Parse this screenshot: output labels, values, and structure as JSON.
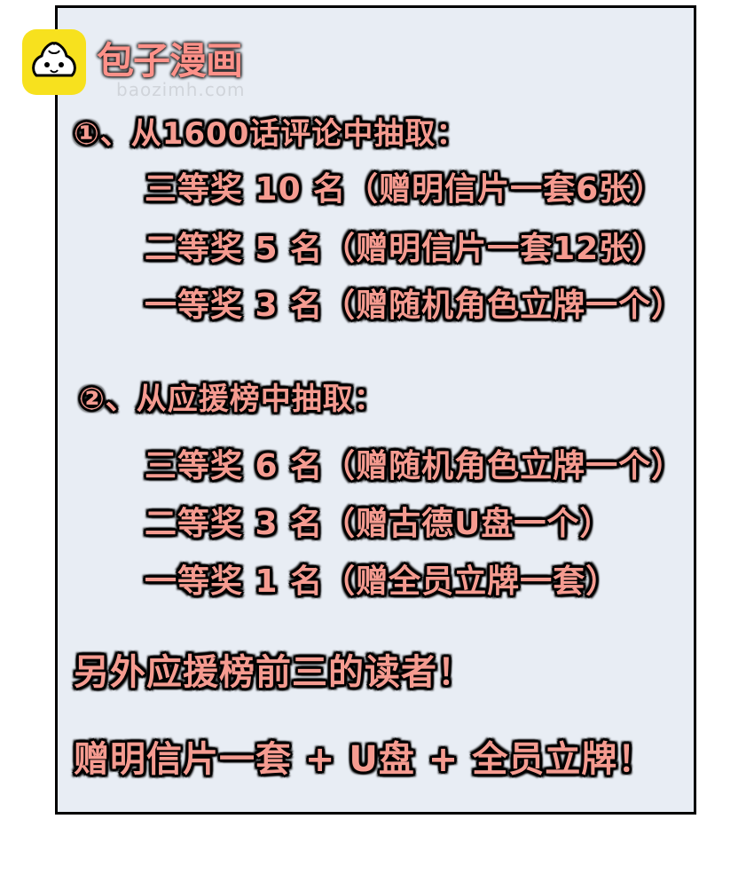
{
  "watermark": {
    "title": "包子漫画",
    "url": "baozimh.com",
    "logo_icon": "bun-icon"
  },
  "section1": {
    "heading": "①、从1600话评论中抽取：",
    "prizes": [
      "三等奖 10 名（赠明信片一套6张）",
      "二等奖 5 名（赠明信片一套12张）",
      "一等奖 3 名（赠随机角色立牌一个）"
    ]
  },
  "section2": {
    "heading": "②、从应援榜中抽取：",
    "prizes": [
      "三等奖 6 名（赠随机角色立牌一个）",
      "二等奖 3 名（赠古德U盘一个）",
      "一等奖 1 名（赠全员立牌一套）"
    ]
  },
  "extra": {
    "line1": "另外应援榜前三的读者！",
    "line2": "赠明信片一套 + U盘 + 全员立牌！"
  },
  "colors": {
    "text_fill": "#f59b90",
    "outline": "#000000",
    "panel_bg": "#e8edf4",
    "logo_bg": "#f7e11e"
  }
}
